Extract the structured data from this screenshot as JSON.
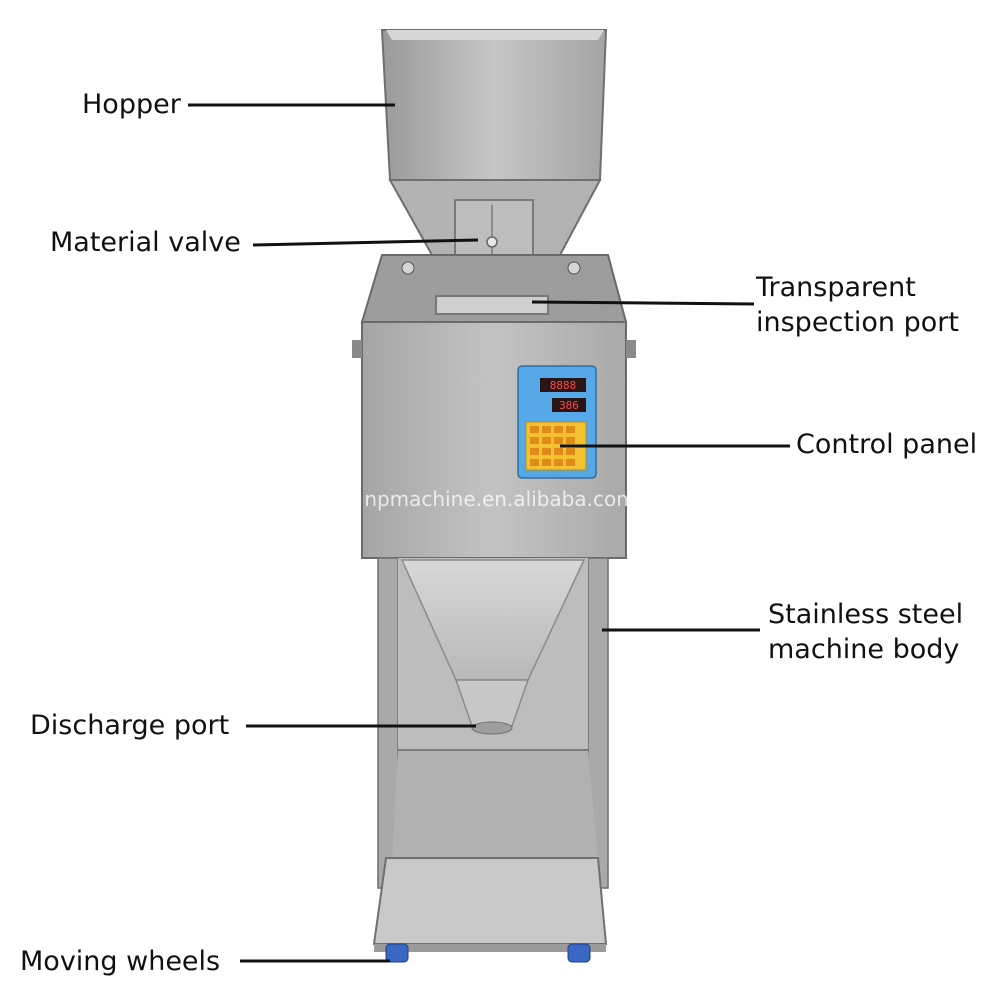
{
  "diagram": {
    "watermark": "npmachine.en.alibaba.com",
    "panel_display_top": "8888",
    "panel_display_bottom": "386",
    "callouts": [
      {
        "id": "hopper",
        "lines": [
          "Hopper"
        ]
      },
      {
        "id": "material-valve",
        "lines": [
          "Material valve"
        ]
      },
      {
        "id": "transparent-inspection-port",
        "lines": [
          "Transparent",
          "inspection port"
        ]
      },
      {
        "id": "control-panel",
        "lines": [
          "Control panel"
        ]
      },
      {
        "id": "stainless-steel-machine-body",
        "lines": [
          "Stainless steel",
          "machine body"
        ]
      },
      {
        "id": "discharge-port",
        "lines": [
          "Discharge port"
        ]
      },
      {
        "id": "moving-wheels",
        "lines": [
          "Moving wheels"
        ]
      }
    ]
  },
  "colors": {
    "steel_light": "#c9c9c9",
    "steel_mid": "#a8a8a8",
    "steel_dark": "#7f7f7f",
    "panel_blue": "#56a9e6",
    "keypad_yellow": "#f2c233",
    "wheel_blue": "#3a66c4",
    "leader_line": "#111111"
  }
}
